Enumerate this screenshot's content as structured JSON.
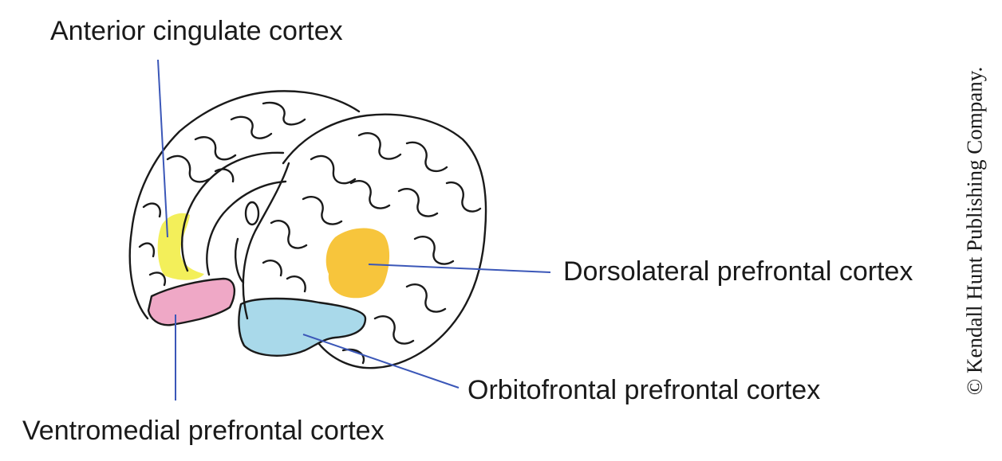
{
  "labels": {
    "anterior_cingulate": "Anterior cingulate cortex",
    "dorsolateral": "Dorsolateral prefrontal cortex",
    "orbitofrontal": "Orbitofrontal prefrontal cortex",
    "ventromedial": "Ventromedial prefrontal cortex"
  },
  "copyright": "© Kendall Hunt Publishing Company.",
  "colors": {
    "anterior_cingulate": "#f3ef5a",
    "dorsolateral": "#f7c53c",
    "orbitofrontal": "#a9d9ea",
    "ventromedial": "#efa8c6",
    "leader_line": "#3b57b8",
    "outline": "#1a1a1a"
  }
}
